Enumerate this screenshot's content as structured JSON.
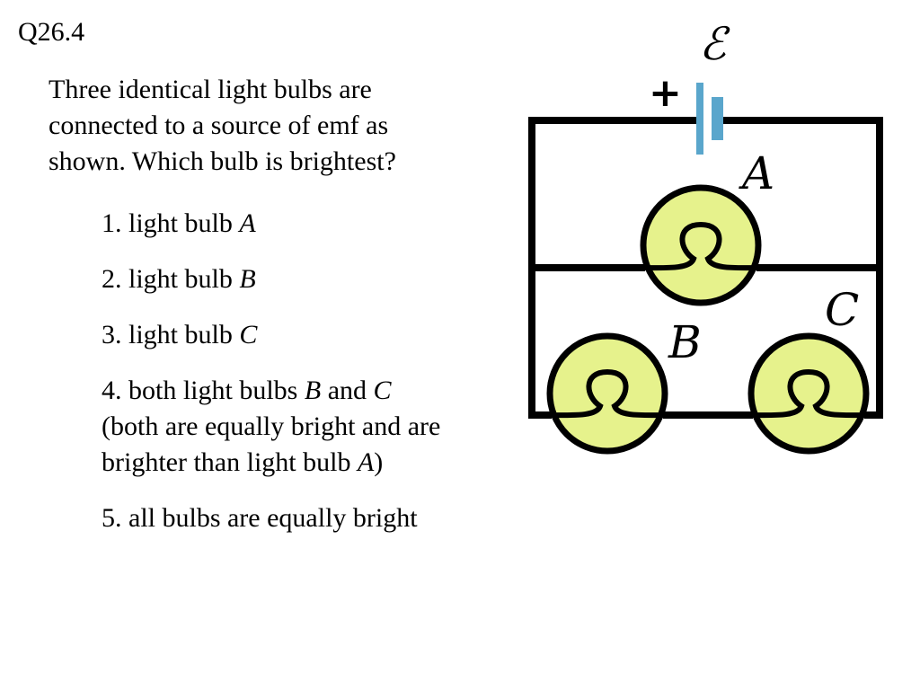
{
  "question_number": "Q26.4",
  "question_text": "Three identical light bulbs are connected to a source of emf as shown. Which bulb is brightest?",
  "choices": [
    {
      "prefix": "1. light bulb ",
      "italic": "A"
    },
    {
      "prefix": "2. light bulb ",
      "italic": "B"
    },
    {
      "prefix": "3. light bulb ",
      "italic": "C"
    },
    {
      "prefix": "4. both light bulbs ",
      "italic": "B",
      "mid": " and ",
      "italic2": "C",
      "line2": "(both are equally bright and are",
      "line3_prefix": "brighter than light bulb ",
      "line3_italic": "A",
      "line3_suffix": ")"
    },
    {
      "prefix": "5. all bulbs are equally bright"
    }
  ],
  "diagram": {
    "emf_label": "ℰ",
    "plus_sign": "+",
    "bulb_labels": {
      "a": "A",
      "b": "B",
      "c": "C"
    },
    "colors": {
      "wire": "#000000",
      "battery": "#5aa6cc",
      "bulb_fill": "#e6f28c"
    }
  }
}
